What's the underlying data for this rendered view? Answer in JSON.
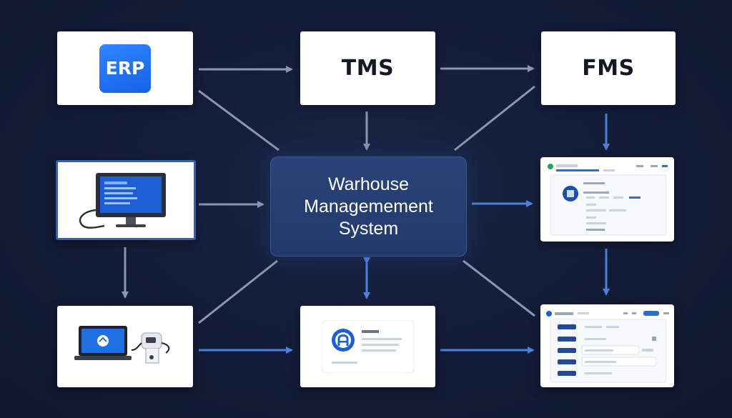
{
  "nodes": {
    "erp": {
      "label": "ERP"
    },
    "tms": {
      "label": "TMS"
    },
    "fms": {
      "label": "FMS"
    },
    "wms": {
      "label": "Warhouse Managemement System"
    },
    "terminal": {
      "label": ""
    },
    "scanner": {
      "label": ""
    },
    "app_card": {
      "label": ""
    },
    "dashboard_top": {
      "label": ""
    },
    "dashboard_bottom": {
      "label": ""
    }
  },
  "edges": [
    {
      "from": "erp",
      "to": "tms",
      "direction": "forward"
    },
    {
      "from": "tms",
      "to": "fms",
      "direction": "forward"
    },
    {
      "from": "tms",
      "to": "wms",
      "direction": "forward"
    },
    {
      "from": "erp",
      "to": "wms",
      "direction": "none"
    },
    {
      "from": "fms",
      "to": "wms",
      "direction": "none"
    },
    {
      "from": "fms",
      "to": "dashboard_top",
      "direction": "forward"
    },
    {
      "from": "terminal",
      "to": "wms",
      "direction": "forward"
    },
    {
      "from": "wms",
      "to": "dashboard_top",
      "direction": "forward"
    },
    {
      "from": "terminal",
      "to": "scanner",
      "direction": "forward"
    },
    {
      "from": "wms",
      "to": "app_card",
      "direction": "both"
    },
    {
      "from": "wms",
      "to": "scanner",
      "direction": "none"
    },
    {
      "from": "wms",
      "to": "dashboard_bottom",
      "direction": "none"
    },
    {
      "from": "scanner",
      "to": "app_card",
      "direction": "forward"
    },
    {
      "from": "app_card",
      "to": "dashboard_bottom",
      "direction": "forward"
    },
    {
      "from": "dashboard_top",
      "to": "dashboard_bottom",
      "direction": "forward"
    }
  ],
  "colors": {
    "background": "#131c36",
    "arrow_gray": "#8b97ad",
    "arrow_blue": "#4f7fdc",
    "node_fill": "#ffffff",
    "wms_fill": "#243c6e",
    "erp_badge": "#1f74f2"
  },
  "icons": {
    "terminal": "desktop-monitor-icon",
    "scanner": "laptop-with-scanner-icon",
    "app_card": "app-logo-icon",
    "dashboard": "dashboard-window-icon"
  }
}
